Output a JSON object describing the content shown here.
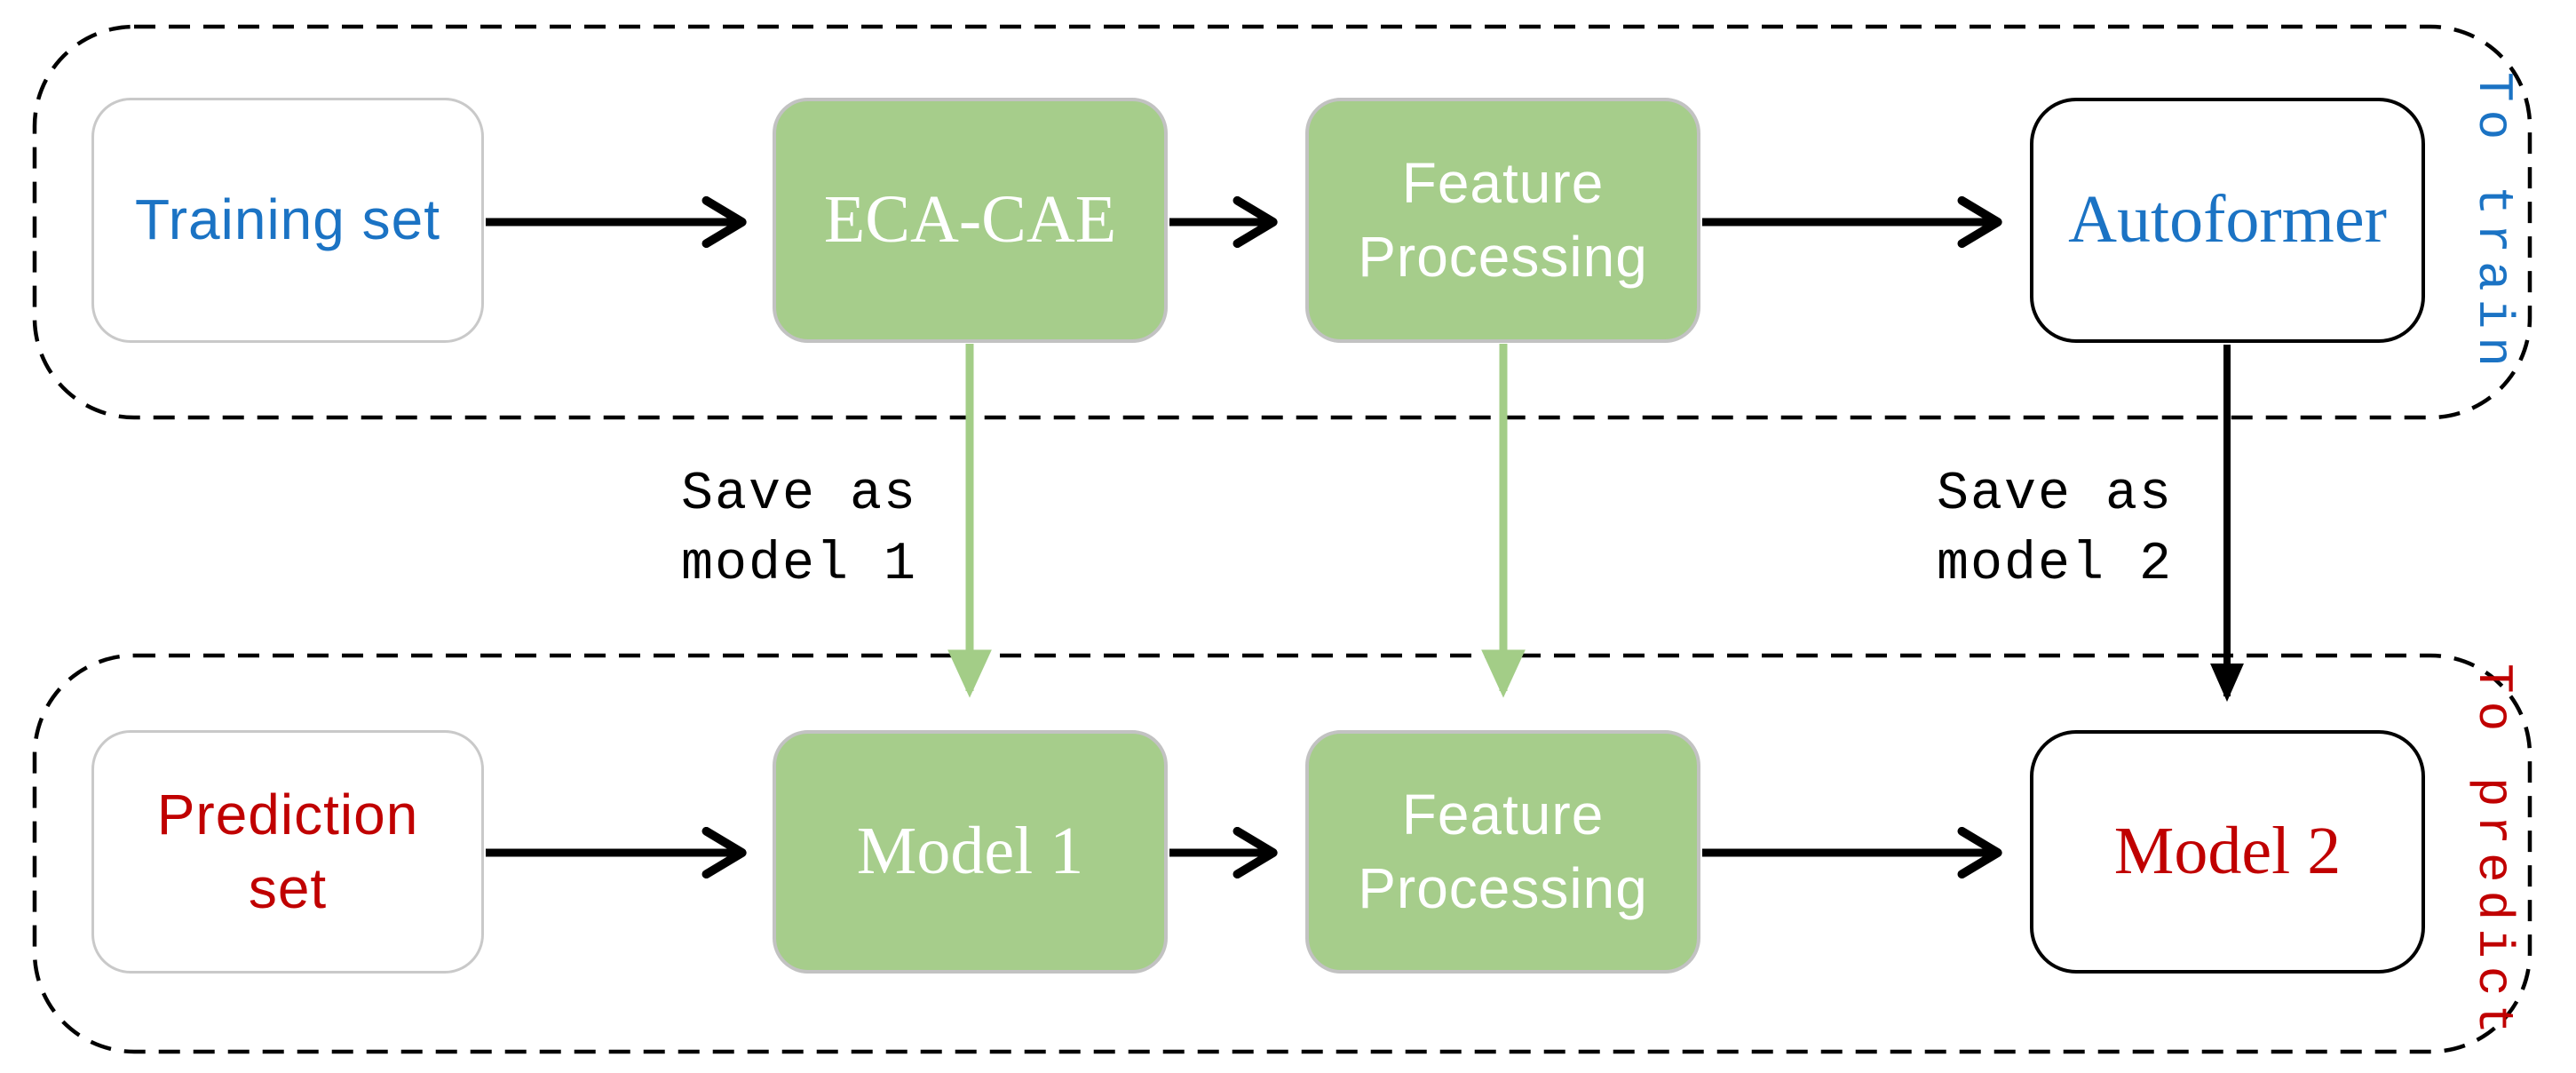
{
  "colors": {
    "accent_blue": "#1B73C4",
    "accent_red": "#C00000",
    "green_fill": "#A6CD8B",
    "green_arrow": "#A3CD87",
    "box_border_gray": "#C2C2C2",
    "black": "#000000"
  },
  "sections": {
    "train": {
      "side_label": "To train",
      "nodes": {
        "training_set": "Training set",
        "eca_cae": "ECA-CAE",
        "feature_processing": "Feature Processing",
        "autoformer": "Autoformer"
      }
    },
    "predict": {
      "side_label": "To predict",
      "nodes": {
        "prediction_set": "Prediction set",
        "model_1": "Model 1",
        "feature_processing": "Feature Processing",
        "model_2": "Model 2"
      }
    }
  },
  "annotations": {
    "save_model_1": "Save as\nmodel 1",
    "save_model_2": "Save as\nmodel 2"
  }
}
